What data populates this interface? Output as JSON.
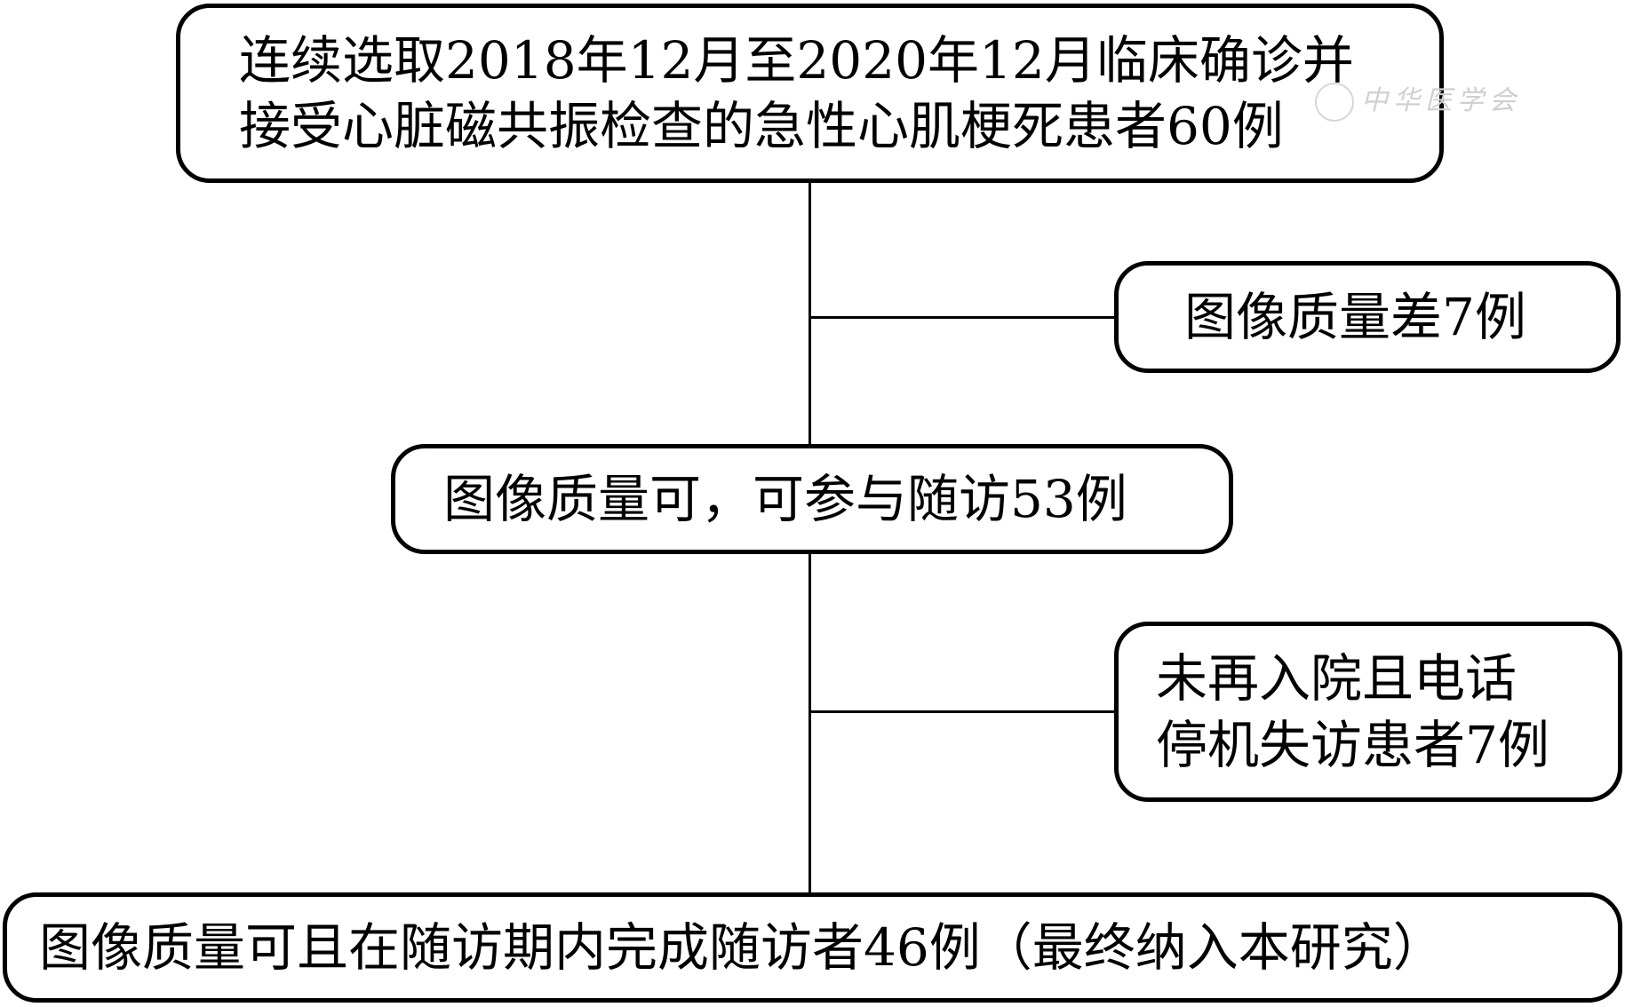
{
  "boxes": {
    "start": {
      "line1": "连续选取2018年12月至2020年12月临床确诊并",
      "line2": "接受心脏磁共振检查的急性心肌梗死患者60例"
    },
    "exclude1": {
      "text": "图像质量差7例"
    },
    "middle": {
      "text": "图像质量可，可参与随访53例"
    },
    "exclude2": {
      "line1": "未再入院且电话",
      "line2": "停机失访患者7例"
    },
    "final": {
      "text": "图像质量可且在随访期内完成随访者46例（最终纳入本研究）"
    }
  },
  "watermark": {
    "text": "中华医学会"
  }
}
